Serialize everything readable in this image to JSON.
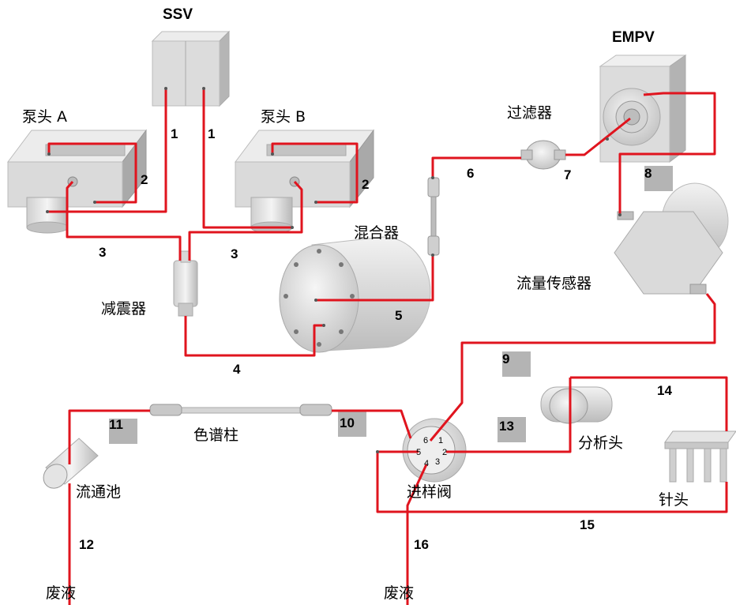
{
  "components": {
    "ssv": "SSV",
    "pump_a": "泵头 A",
    "pump_b": "泵头 B",
    "damper": "减震器",
    "mixer": "混合器",
    "filter": "过滤器",
    "empv": "EMPV",
    "flow_sensor": "流量传感器",
    "column": "色谱柱",
    "injection_valve": "进样阀",
    "analytical_head": "分析头",
    "needle": "针头",
    "flow_cell": "流通池",
    "waste_left": "废液",
    "waste_center": "废液"
  },
  "valve_ports": [
    "1",
    "2",
    "3",
    "4",
    "5",
    "6"
  ],
  "tubing_labels": {
    "ssv_a": "1",
    "ssv_b": "1",
    "pump_a_loop": "2",
    "pump_b_loop": "2",
    "pump_a_out": "3",
    "pump_b_out": "3",
    "damper_mixer": "4",
    "mixer_out": "5",
    "to_filter": "6",
    "filter_empv": "7",
    "empv_sensor": "8",
    "sensor_valve": "9",
    "valve_column": "10",
    "column_cell": "11",
    "cell_waste": "12",
    "valve_head": "13",
    "head_needle": "14",
    "needle_valve": "15",
    "valve_waste": "16"
  },
  "colors": {
    "tubing": "#e0141e",
    "component_light": "#e6e6e6",
    "component_mid": "#c8c8c8",
    "component_dark": "#9a9a9a",
    "tag_box": "#b4b4b4"
  }
}
